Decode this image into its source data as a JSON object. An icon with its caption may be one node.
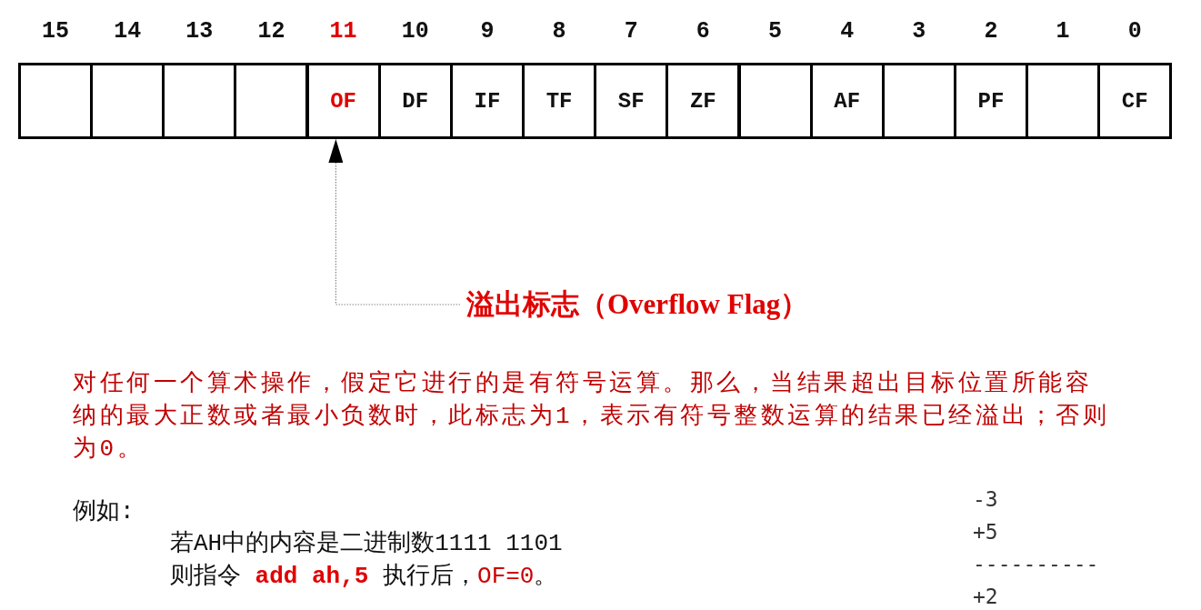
{
  "diagram": {
    "nodes": [
      {
        "text": [],
        "shape": "box",
        "beside": [
          "15"
        ]
      },
      {
        "text": [],
        "shape": "box",
        "beside": [
          "14"
        ]
      },
      {
        "text": [],
        "shape": "box",
        "beside": [
          "13"
        ]
      },
      {
        "text": [],
        "shape": "box",
        "beside": [
          "12"
        ]
      },
      {
        "text": [
          "OF"
        ],
        "beside": [
          "11"
        ]
      },
      {
        "text": [
          "DF"
        ],
        "beside": [
          "10"
        ]
      },
      {
        "text": [
          "IF"
        ],
        "beside": [
          "9"
        ]
      },
      {
        "text": [
          "TF"
        ],
        "beside": [
          "8"
        ]
      },
      {
        "text": [
          "SF"
        ],
        "beside": [
          "7"
        ]
      },
      {
        "text": [
          "ZF"
        ],
        "beside": [
          "6"
        ]
      },
      {
        "text": [],
        "shape": "box",
        "beside": [
          "5"
        ]
      },
      {
        "text": [
          "AF"
        ],
        "beside": [
          "4"
        ]
      },
      {
        "text": [],
        "shape": "box",
        "beside": [
          "3"
        ]
      },
      {
        "text": [
          "PF"
        ],
        "beside": [
          "2"
        ]
      },
      {
        "text": [],
        "shape": "box",
        "beside": [
          "1"
        ]
      },
      {
        "text": [
          "CF"
        ],
        "beside": [
          "0"
        ]
      },
      {
        "text": [
          "溢出标志（Overflow Flag）"
        ]
      }
    ],
    "edges": [
      {
        "from": 16,
        "to": 4,
        "arrow": "to",
        "style": "dashed"
      }
    ],
    "labels": [
      "对任何一个算术操作，假定它进行的是有符号运算。那么，当结果超出目标位置所能容纳的最大正数或者最小负数时，此标志为1，表示有符号整数运算的结果已经溢出；否则为0。",
      "例如:",
      "若AH中的内容是二进制数1111 1101",
      "则指令 **add ah,5** 执行后，*OF=0*。",
      "-3",
      "+5",
      "----------",
      "+2"
    ]
  }
}
